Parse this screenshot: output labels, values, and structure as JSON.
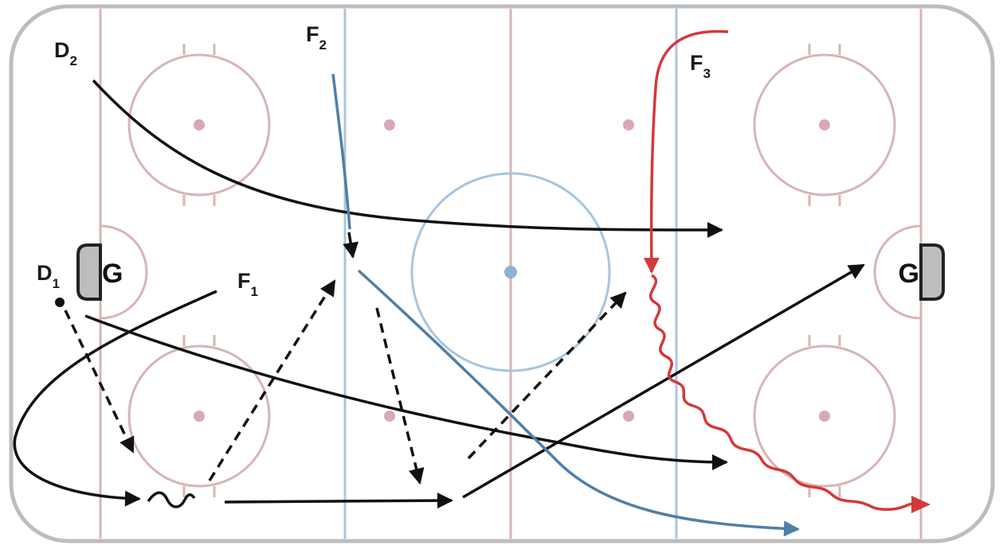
{
  "diagram": {
    "players": {
      "d2": {
        "main": "D",
        "sub": "2"
      },
      "f2": {
        "main": "F",
        "sub": "2"
      },
      "f3": {
        "main": "F",
        "sub": "3"
      },
      "d1": {
        "main": "D",
        "sub": "1"
      },
      "f1": {
        "main": "F",
        "sub": "1"
      }
    },
    "goalies": {
      "left": "G",
      "right": "G"
    },
    "colors": {
      "board": "#bdbdbd",
      "red_line": "#d9b3b3",
      "blue_line": "#a9c6dc",
      "faceoff_circle": "#d7b5b5",
      "faceoff_dot": "#d9a9b3",
      "center_circle": "#a8c5dd",
      "center_dot": "#8fb1d3",
      "skate_black": "#111111",
      "skate_blue": "#4f7fa6",
      "skate_red": "#d23a3a",
      "goal_fill": "#bdbdbd"
    }
  }
}
